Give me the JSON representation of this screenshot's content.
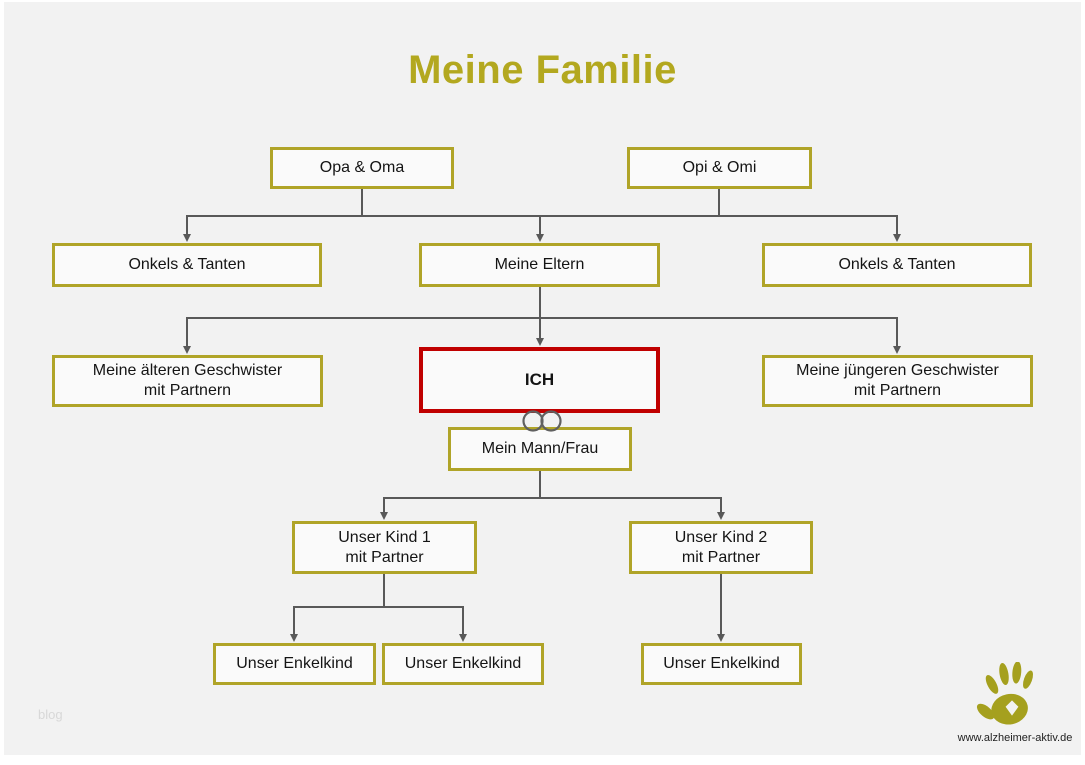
{
  "title": "Meine Familie",
  "nodes": {
    "opa_oma": {
      "lines": [
        "Opa & Oma"
      ]
    },
    "opi_omi": {
      "lines": [
        "Opi & Omi"
      ]
    },
    "onkels_links": {
      "lines": [
        "Onkels & Tanten"
      ]
    },
    "eltern": {
      "lines": [
        "Meine Eltern"
      ]
    },
    "onkels_rechts": {
      "lines": [
        "Onkels & Tanten"
      ]
    },
    "aeltere": {
      "lines": [
        "Meine älteren Geschwister",
        "mit Partnern"
      ]
    },
    "ich": {
      "lines": [
        "ICH"
      ],
      "highlighted": true
    },
    "juengere": {
      "lines": [
        "Meine jüngeren Geschwister",
        "mit Partnern"
      ]
    },
    "mann_frau": {
      "lines": [
        "Mein Mann/Frau"
      ]
    },
    "kind1": {
      "lines": [
        "Unser Kind 1",
        "mit Partner"
      ]
    },
    "kind2": {
      "lines": [
        "Unser Kind 2",
        "mit Partner"
      ]
    },
    "enkel1": {
      "lines": [
        "Unser Enkelkind"
      ]
    },
    "enkel2": {
      "lines": [
        "Unser Enkelkind"
      ]
    },
    "enkel3": {
      "lines": [
        "Unser Enkelkind"
      ]
    }
  },
  "connections": [
    {
      "parents": [
        "Opa & Oma",
        "Opi & Omi"
      ],
      "children": [
        "Onkels & Tanten",
        "Meine Eltern",
        "Onkels & Tanten"
      ]
    },
    {
      "parents": [
        "Meine Eltern"
      ],
      "children": [
        "Meine älteren Geschwister mit Partnern",
        "ICH",
        "Meine jüngeren Geschwister mit Partnern"
      ]
    },
    {
      "parents": [
        "ICH",
        "Mein Mann/Frau"
      ],
      "children": [
        "Unser Kind 1 mit Partner",
        "Unser Kind 2 mit Partner"
      ],
      "marriage_symbol": "two interlocked wedding rings between ICH and Mein Mann/Frau"
    },
    {
      "parents": [
        "Unser Kind 1 mit Partner"
      ],
      "children": [
        "Unser Enkelkind",
        "Unser Enkelkind"
      ]
    },
    {
      "parents": [
        "Unser Kind 2 mit Partner"
      ],
      "children": [
        "Unser Enkelkind"
      ]
    }
  ],
  "footer": {
    "website": "www.alzheimer-aktiv.de",
    "watermark": "blog"
  },
  "icons": {
    "rings": "wedding-rings-icon",
    "logo": "handprint-logo"
  },
  "colors": {
    "background": "#f2f2f2",
    "box_border": "#b0a428",
    "box_fill": "#fafafa",
    "highlight_border": "#c00000",
    "connector_line": "#595959",
    "rings_stroke": "#606060",
    "title_text": "#b3a81f",
    "node_text": "#141414",
    "logo_fill": "#a5a01e",
    "watermark_text": "#d8d8d8"
  }
}
